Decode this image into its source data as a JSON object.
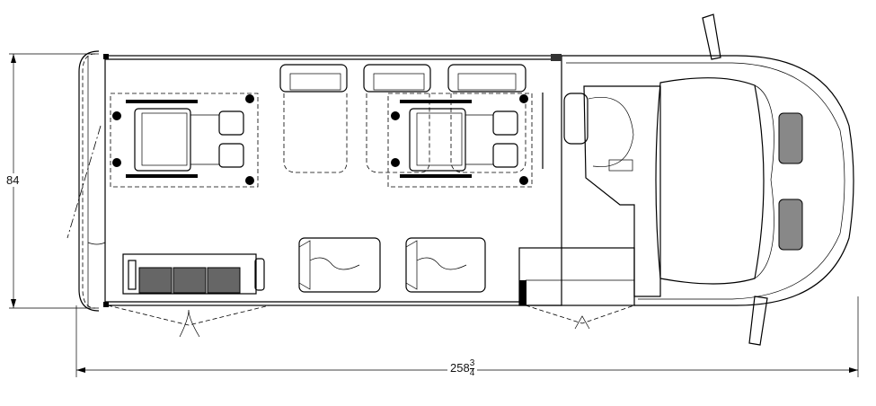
{
  "dimensions": {
    "width_label": "84",
    "length_whole": "258",
    "length_frac_num": "3",
    "length_frac_den": "4"
  }
}
